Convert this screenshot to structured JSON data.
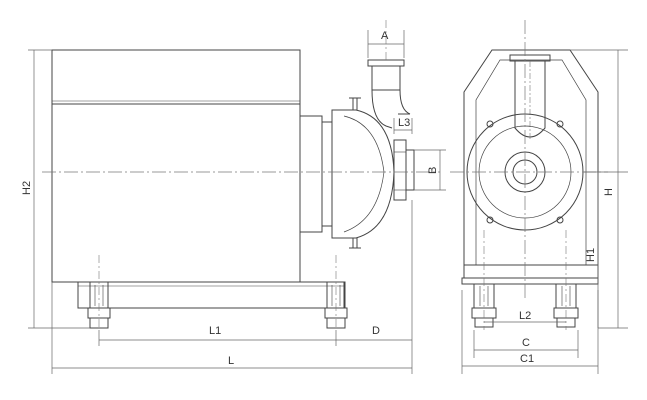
{
  "dimensions": {
    "a": "A",
    "l3": "L3",
    "b": "B",
    "h2": "H2",
    "l1": "L1",
    "d": "D",
    "l": "L",
    "h": "H",
    "h1": "H1",
    "l2": "L2",
    "c": "C",
    "c1": "C1"
  },
  "colors": {
    "line": "#444444",
    "dim": "#666666",
    "background": "#ffffff"
  }
}
